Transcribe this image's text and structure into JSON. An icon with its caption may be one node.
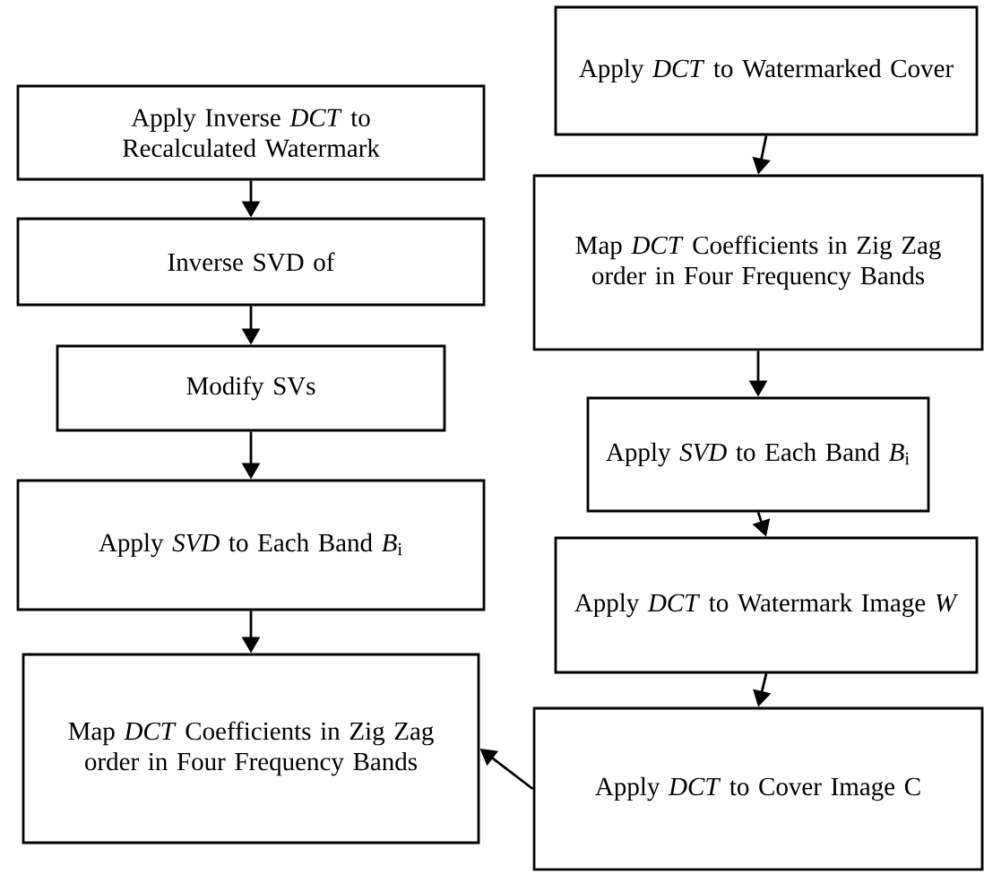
{
  "diagram": {
    "nodes": [
      {
        "text": [
          "Apply Inverse *DCT* to Recalculated Watermark"
        ]
      },
      {
        "text": [
          "Inverse SVD of"
        ]
      },
      {
        "text": [
          "Modify SVs"
        ]
      },
      {
        "text": [
          "Apply *SVD* to Each Band *B*$_{i}$"
        ]
      },
      {
        "text": [
          "Map *DCT* Coefficients in Zig Zag order in Four Frequency Bands"
        ]
      },
      {
        "text": [
          "Apply *DCT* to Watermarked Cover"
        ]
      },
      {
        "text": [
          "Map *DCT* Coefficients in Zig Zag order in Four Frequency Bands"
        ]
      },
      {
        "text": [
          "Apply *SVD* to Each Band *B*$_{i}$"
        ]
      },
      {
        "text": [
          "Apply *DCT* to Watermark Image *W*"
        ]
      },
      {
        "text": [
          "Apply *DCT* to Cover Image C"
        ]
      }
    ],
    "edges": [
      {
        "from": 0,
        "to": 1,
        "arrow": "to"
      },
      {
        "from": 1,
        "to": 2,
        "arrow": "to"
      },
      {
        "from": 2,
        "to": 3,
        "arrow": "to"
      },
      {
        "from": 3,
        "to": 4,
        "arrow": "to"
      },
      {
        "from": 5,
        "to": 6,
        "arrow": "to"
      },
      {
        "from": 6,
        "to": 7,
        "arrow": "to"
      },
      {
        "from": 7,
        "to": 8,
        "arrow": "to"
      },
      {
        "from": 8,
        "to": 9,
        "arrow": "to"
      },
      {
        "from": 9,
        "to": 4,
        "arrow": "to"
      }
    ]
  }
}
